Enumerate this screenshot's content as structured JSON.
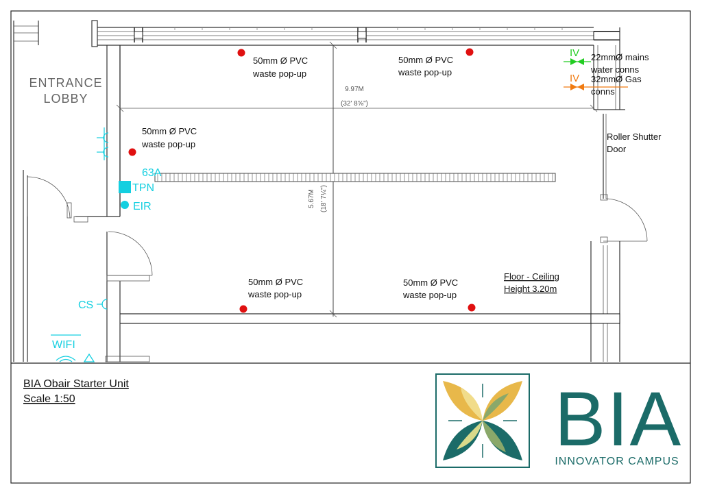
{
  "room": {
    "entrance_label_1": "ENTRANCE",
    "entrance_label_2": "LOBBY",
    "dim_width_metric": "9.97M",
    "dim_width_imperial": "(32' 8⅝\")",
    "dim_depth_metric": "5.67M",
    "dim_depth_imperial": "(18' 7¼\")",
    "roller_door_1": "Roller Shutter",
    "roller_door_2": "Door",
    "ceiling_1": "Floor - Ceiling",
    "ceiling_2": "Height 3.20m"
  },
  "waste_popups": [
    {
      "line1": "50mm Ø PVC",
      "line2": "waste pop-up"
    },
    {
      "line1": "50mm Ø PVC",
      "line2": "waste pop-up"
    },
    {
      "line1": "50mm Ø PVC",
      "line2": "waste pop-up"
    },
    {
      "line1": "50mm Ø PVC",
      "line2": "waste pop-up"
    },
    {
      "line1": "50mm Ø PVC",
      "line2": "waste pop-up"
    }
  ],
  "services": {
    "water_iv": "IV",
    "water_1": "22mmØ mains",
    "water_2": "water conns",
    "gas_iv": "IV",
    "gas_1": "32mmØ Gas",
    "gas_2": "conns",
    "water_color": "#22cc22",
    "gas_color": "#f07a10"
  },
  "electrical": {
    "supply_1": "63A",
    "supply_2": "TPN",
    "eir": "EIR",
    "cs": "CS",
    "wifi": "WIFI",
    "cyan_color": "#14cfe0"
  },
  "title_block": {
    "title": "BIA Obair Starter Unit",
    "scale": "Scale 1:50"
  },
  "logo": {
    "wordmark": "BIA",
    "subtitle": "INNOVATOR CAMPUS",
    "teal": "#1b6b68",
    "gold": "#e8b84a",
    "green": "#8aa86a"
  },
  "markers": {
    "drain_color": "#e01010"
  }
}
